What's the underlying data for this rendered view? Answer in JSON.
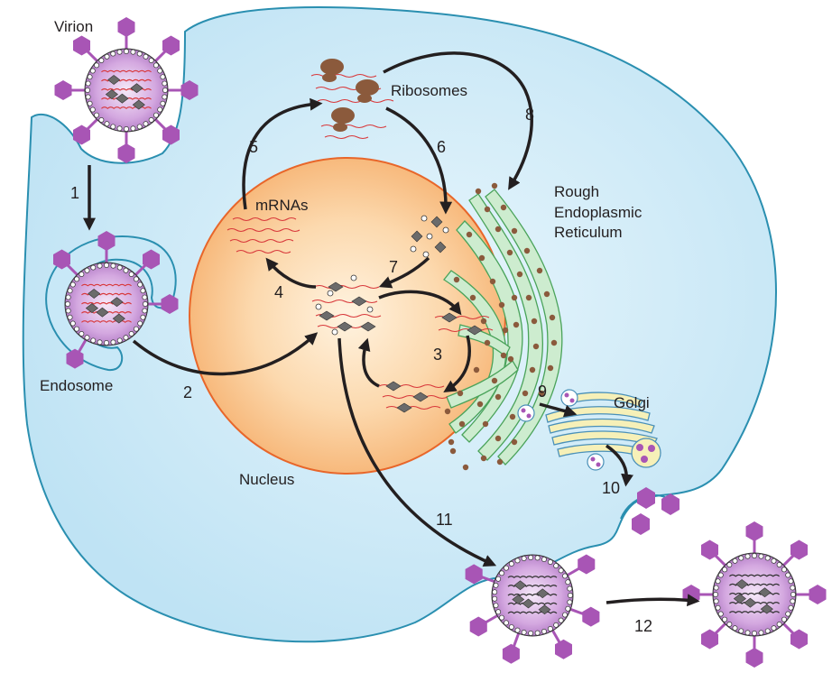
{
  "labels": {
    "virion": "Virion",
    "endosome": "Endosome",
    "ribosomes": "Ribosomes",
    "mrnas": "mRNAs",
    "nucleus": "Nucleus",
    "rer_line1": "Rough",
    "rer_line2": "Endoplasmic",
    "rer_line3": "Reticulum",
    "golgi": "Golgi"
  },
  "steps": [
    "1",
    "2",
    "3",
    "4",
    "5",
    "6",
    "7",
    "8",
    "9",
    "10",
    "11",
    "12"
  ],
  "colors": {
    "cell_fill": "#c8e8f7",
    "cell_stroke": "#2a8fb0",
    "nucleus_fill": "#fbd6a8",
    "nucleus_stroke": "#e8662a",
    "virion_spike": "#a855b5",
    "virion_body": "#d9b0e4",
    "ribosome": "#8b5a3c",
    "er_fill": "#cdeccf",
    "er_stroke": "#4aa35a",
    "golgi_fill": "#f6f0b8",
    "golgi_stroke": "#4a90b8",
    "rna": "#d8383b"
  }
}
